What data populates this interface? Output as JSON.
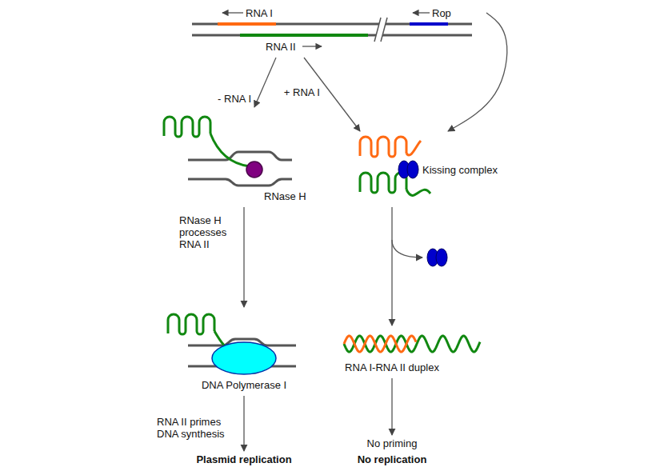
{
  "diagram": {
    "nodes": [
      {
        "text": [
          "RNA I",
          "RNA II",
          "Rop"
        ]
      },
      {
        "text": [
          "RNase H"
        ]
      },
      {
        "text": [
          "Kissing complex"
        ]
      },
      {
        "text": [
          "DNA Polymerase I"
        ]
      },
      {
        "text": [
          "RNA I-RNA II duplex"
        ]
      },
      {
        "text": [
          "Plasmid replication"
        ]
      },
      {
        "text": [
          "No priming",
          "No replication"
        ]
      }
    ],
    "edges": [
      {
        "from": 0,
        "to": 1,
        "arrow": "to",
        "label": "- RNA I"
      },
      {
        "from": 0,
        "to": 2,
        "arrow": "to",
        "label": "+ RNA I"
      },
      {
        "from": 0,
        "to": 2,
        "arrow": "to"
      },
      {
        "from": 1,
        "to": 3,
        "arrow": "to",
        "label": "RNase H processes RNA II"
      },
      {
        "from": 2,
        "to": 4,
        "arrow": "to"
      },
      {
        "from": 3,
        "to": 5,
        "arrow": "to",
        "label": "RNA II primes DNA synthesis"
      },
      {
        "from": 4,
        "to": 6,
        "arrow": "to"
      }
    ]
  }
}
